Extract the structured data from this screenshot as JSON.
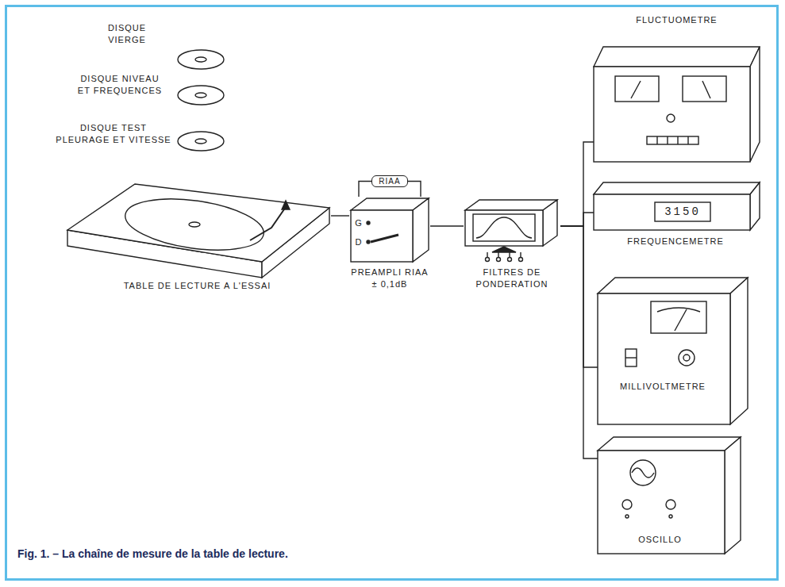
{
  "diagram": {
    "caption": "Fig. 1. – La chaîne de mesure de la table de lecture.",
    "nodes": [
      {
        "text": [
          "DISQUE VIERGE"
        ]
      },
      {
        "text": [
          "DISQUE NIVEAU ET FREQUENCES"
        ]
      },
      {
        "text": [
          "DISQUE TEST PLEURAGE ET VITESSE"
        ]
      },
      {
        "text": [
          "TABLE DE LECTURE A L'ESSAI"
        ]
      },
      {
        "text": [
          "G",
          "D",
          "PREAMPLI RIAA ± 0,1dB"
        ]
      },
      {
        "text": [
          "RIAA"
        ]
      },
      {
        "text": [
          "FILTRES DE PONDERATION"
        ]
      },
      {
        "text": [
          "FLUCTUOMETRE"
        ]
      },
      {
        "text": [
          "3150",
          "FREQUENCEMETRE"
        ]
      },
      {
        "text": [
          "MILLIVOLTMETRE"
        ]
      },
      {
        "text": [
          "OSCILLO"
        ]
      }
    ],
    "edges": [
      {
        "from": 3,
        "to": 4,
        "arrow": "none"
      },
      {
        "from": 4,
        "to": 5,
        "arrow": "none"
      },
      {
        "from": 4,
        "to": 5,
        "arrow": "none"
      },
      {
        "from": 4,
        "to": 6,
        "arrow": "none"
      },
      {
        "from": 6,
        "to": 7,
        "arrow": "none"
      },
      {
        "from": 6,
        "to": 8,
        "arrow": "none"
      },
      {
        "from": 6,
        "to": 9,
        "arrow": "none"
      },
      {
        "from": 6,
        "to": 10,
        "arrow": "none"
      }
    ]
  }
}
